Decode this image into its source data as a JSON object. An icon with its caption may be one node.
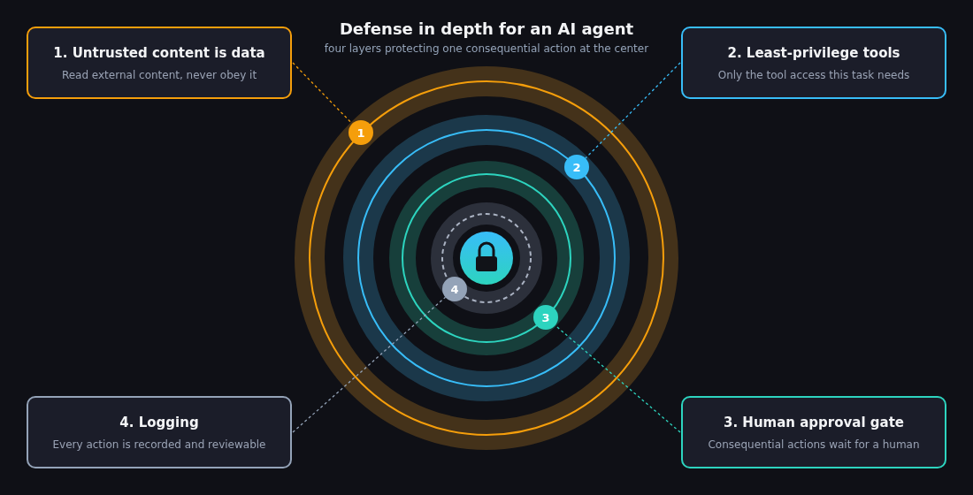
{
  "diagram": {
    "title": "Defense in depth for an AI agent",
    "nodes": [
      {
        "text": [
          "1. Untrusted content is data",
          "Read external content, never obey it"
        ]
      },
      {
        "text": [
          "2. Least-privilege tools",
          "Only the tool access this task needs"
        ]
      },
      {
        "text": [
          "1"
        ]
      },
      {
        "text": [
          "2"
        ]
      },
      {
        "text": [
          "4"
        ]
      },
      {
        "text": [
          "3"
        ]
      },
      {
        "text": [
          "4. Logging",
          "Every action is recorded and reviewable"
        ]
      },
      {
        "text": [
          "3. Human approval gate",
          "Consequential actions wait for a human"
        ]
      }
    ],
    "edges": [
      {
        "from": 0,
        "to": 2,
        "arrow": "none",
        "style": "dashed",
        "color": "#f59e0b"
      },
      {
        "from": 1,
        "to": 3,
        "arrow": "none",
        "style": "dashed",
        "color": "#38bdf8"
      },
      {
        "from": 7,
        "to": 5,
        "arrow": "none",
        "style": "dashed",
        "color": "#2dd4bf"
      },
      {
        "from": 6,
        "to": 4,
        "arrow": "none",
        "style": "dashed",
        "color": "#94a3b8"
      }
    ],
    "labels": [
      "four layers protecting one consequential action at the center"
    ]
  }
}
